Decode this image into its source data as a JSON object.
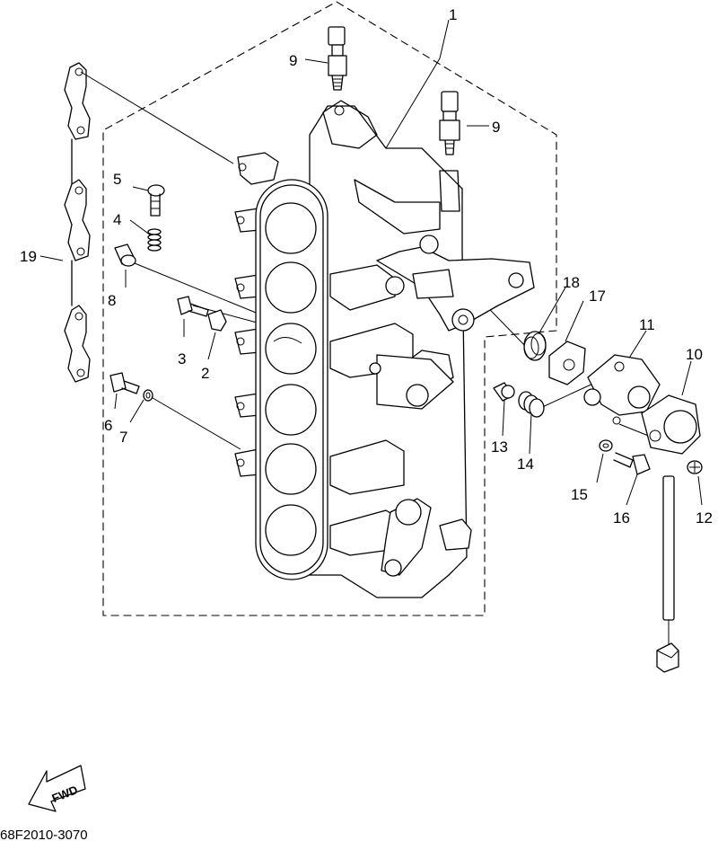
{
  "diagram": {
    "callouts": {
      "c1": "1",
      "c2": "2",
      "c3": "3",
      "c4": "4",
      "c5": "5",
      "c6": "6",
      "c7": "7",
      "c8": "8",
      "c9a": "9",
      "c9b": "9",
      "c10": "10",
      "c11": "11",
      "c12": "12",
      "c13": "13",
      "c14": "14",
      "c15": "15",
      "c16": "16",
      "c17": "17",
      "c18": "18",
      "c19": "19"
    },
    "direction_label": "FWD",
    "drawing_code": "68F2010-3070"
  }
}
